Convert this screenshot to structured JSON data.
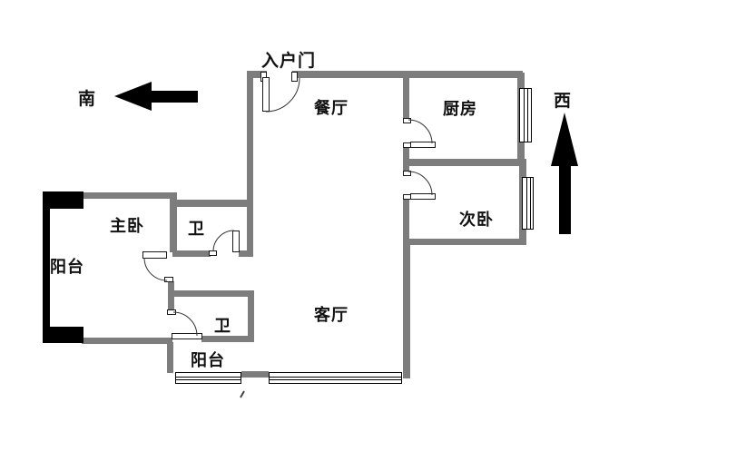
{
  "plan": {
    "labels": {
      "entry_door": "入户门",
      "dining": "餐厅",
      "kitchen": "厨房",
      "bedroom_second": "次卧",
      "bedroom_master": "主卧",
      "bath_upper": "卫",
      "bath_lower": "卫",
      "living": "客厅",
      "balcony_left": "阳台",
      "balcony_bottom": "阳台"
    },
    "compass": {
      "south": "南",
      "west": "西"
    },
    "colors": {
      "wall_gray": "#7d7d7d",
      "wall_black": "#000000",
      "background": "#ffffff",
      "line": "#333333"
    }
  }
}
